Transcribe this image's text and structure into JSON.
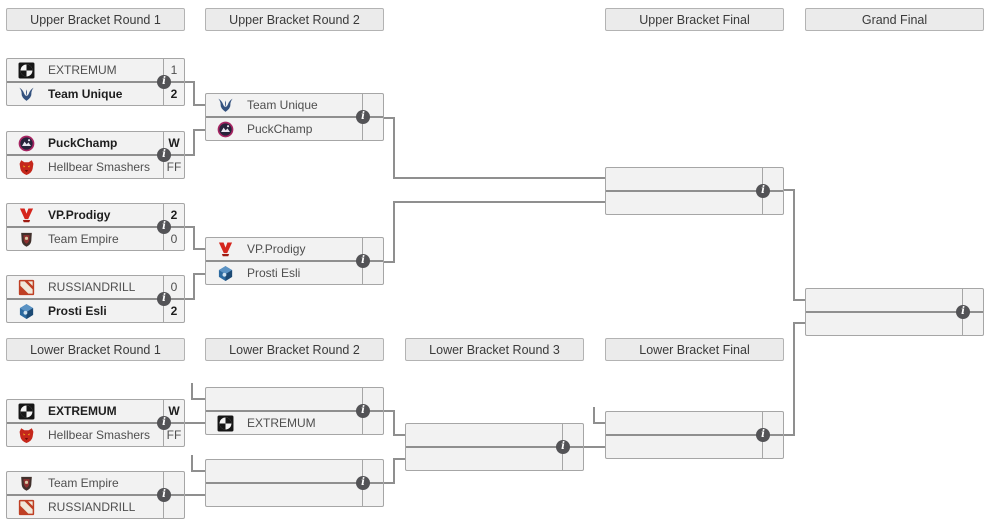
{
  "headers": {
    "ub_r1": "Upper Bracket Round 1",
    "ub_r2": "Upper Bracket Round 2",
    "ub_final": "Upper Bracket Final",
    "grand_final": "Grand Final",
    "lb_r1": "Lower Bracket Round 1",
    "lb_r2": "Lower Bracket Round 2",
    "lb_r3": "Lower Bracket Round 3",
    "lb_final": "Lower Bracket Final"
  },
  "colors": {
    "match_bg": "#f2f2f2",
    "match_border": "#a6a6a6",
    "connector": "#8f8f8f",
    "header_bg": "#ebebeb",
    "info_icon_bg": "#535356",
    "winner_text": "#1e1e1e",
    "team_text": "#4f4f4f"
  },
  "icons": {
    "info_glyph": "i"
  },
  "matches": {
    "ub_r1": [
      {
        "top": {
          "logo": "extremum",
          "name": "EXTREMUM",
          "score": "1",
          "winner": false
        },
        "bottom": {
          "logo": "team-unique",
          "name": "Team Unique",
          "score": "2",
          "winner": true
        }
      },
      {
        "top": {
          "logo": "puckchamp",
          "name": "PuckChamp",
          "score": "W",
          "winner": true
        },
        "bottom": {
          "logo": "hellbear",
          "name": "Hellbear Smashers",
          "score": "FF",
          "winner": false
        }
      },
      {
        "top": {
          "logo": "vp-prodigy",
          "name": "VP.Prodigy",
          "score": "2",
          "winner": true
        },
        "bottom": {
          "logo": "team-empire",
          "name": "Team Empire",
          "score": "0",
          "winner": false
        }
      },
      {
        "top": {
          "logo": "russiandrill",
          "name": "RUSSIANDRILL",
          "score": "0",
          "winner": false
        },
        "bottom": {
          "logo": "prosti-esli",
          "name": "Prosti Esli",
          "score": "2",
          "winner": true
        }
      }
    ],
    "ub_r2": [
      {
        "top": {
          "logo": "team-unique",
          "name": "Team Unique",
          "score": ""
        },
        "bottom": {
          "logo": "puckchamp",
          "name": "PuckChamp",
          "score": ""
        }
      },
      {
        "top": {
          "logo": "vp-prodigy",
          "name": "VP.Prodigy",
          "score": ""
        },
        "bottom": {
          "logo": "prosti-esli",
          "name": "Prosti Esli",
          "score": ""
        }
      }
    ],
    "ub_final": {
      "top": {
        "name": "",
        "score": ""
      },
      "bottom": {
        "name": "",
        "score": ""
      }
    },
    "grand_final": {
      "top": {
        "name": "",
        "score": ""
      },
      "bottom": {
        "name": "",
        "score": ""
      }
    },
    "lb_r1": [
      {
        "top": {
          "logo": "extremum",
          "name": "EXTREMUM",
          "score": "W",
          "winner": true
        },
        "bottom": {
          "logo": "hellbear",
          "name": "Hellbear Smashers",
          "score": "FF",
          "winner": false
        }
      },
      {
        "top": {
          "logo": "team-empire",
          "name": "Team Empire",
          "score": ""
        },
        "bottom": {
          "logo": "russiandrill",
          "name": "RUSSIANDRILL",
          "score": ""
        }
      }
    ],
    "lb_r2": [
      {
        "top": {
          "name": "",
          "score": ""
        },
        "bottom": {
          "logo": "extremum",
          "name": "EXTREMUM",
          "score": ""
        }
      },
      {
        "top": {
          "name": "",
          "score": ""
        },
        "bottom": {
          "name": "",
          "score": ""
        }
      }
    ],
    "lb_r3": {
      "top": {
        "name": "",
        "score": ""
      },
      "bottom": {
        "name": "",
        "score": ""
      }
    },
    "lb_final": {
      "top": {
        "name": "",
        "score": ""
      },
      "bottom": {
        "name": "",
        "score": ""
      }
    }
  }
}
